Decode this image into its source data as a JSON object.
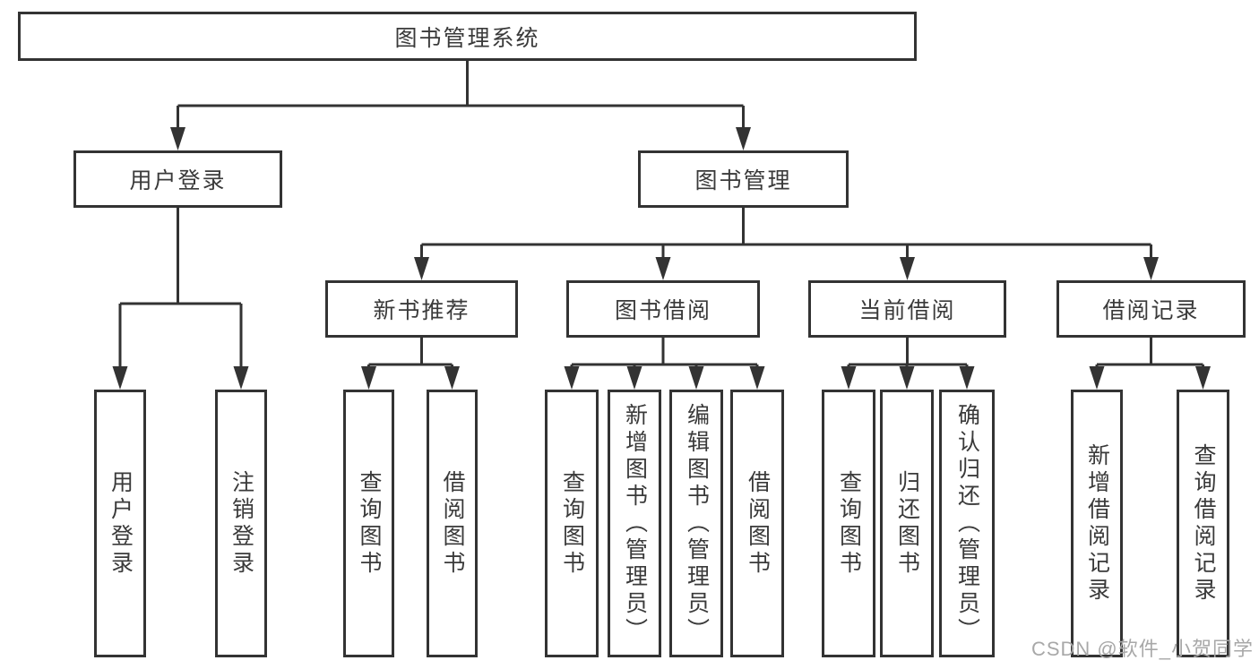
{
  "diagram_title": "图书管理系统",
  "colors": {
    "line": "#333333",
    "box_border": "#333333",
    "box_background": "#ffffff",
    "text": "#3a3a3a",
    "watermark": "#a8a8a8"
  },
  "nodes": {
    "root": {
      "label": "图书管理系统"
    },
    "user_login": {
      "label": "用户登录"
    },
    "book_mgmt": {
      "label": "图书管理"
    },
    "new_book_rec": {
      "label": "新书推荐"
    },
    "book_borrow": {
      "label": "图书借阅"
    },
    "current_borrow": {
      "label": "当前借阅"
    },
    "borrow_records": {
      "label": "借阅记录"
    },
    "leaf_user_login": {
      "label": "用户登录"
    },
    "leaf_logout": {
      "label": "注销登录"
    },
    "leaf_nbr_query": {
      "label": "查询图书"
    },
    "leaf_nbr_borrow": {
      "label": "借阅图书"
    },
    "leaf_bb_query": {
      "label": "查询图书"
    },
    "leaf_bb_add": {
      "label": "新增图书（管理员）"
    },
    "leaf_bb_edit": {
      "label": "编辑图书（管理员）"
    },
    "leaf_bb_borrow": {
      "label": "借阅图书"
    },
    "leaf_cb_query": {
      "label": "查询图书"
    },
    "leaf_cb_return": {
      "label": "归还图书"
    },
    "leaf_cb_confirm": {
      "label": "确认归还（管理员）"
    },
    "leaf_br_add": {
      "label": "新增借阅记录"
    },
    "leaf_br_query": {
      "label": "查询借阅记录"
    }
  },
  "hierarchy": {
    "图书管理系统": {
      "用户登录": [
        "用户登录",
        "注销登录"
      ],
      "图书管理": {
        "新书推荐": [
          "查询图书",
          "借阅图书"
        ],
        "图书借阅": [
          "查询图书",
          "新增图书（管理员）",
          "编辑图书（管理员）",
          "借阅图书"
        ],
        "当前借阅": [
          "查询图书",
          "归还图书",
          "确认归还（管理员）"
        ],
        "借阅记录": [
          "新增借阅记录",
          "查询借阅记录"
        ]
      }
    }
  },
  "watermark": {
    "text": "CSDN @软件_小贺同学"
  }
}
